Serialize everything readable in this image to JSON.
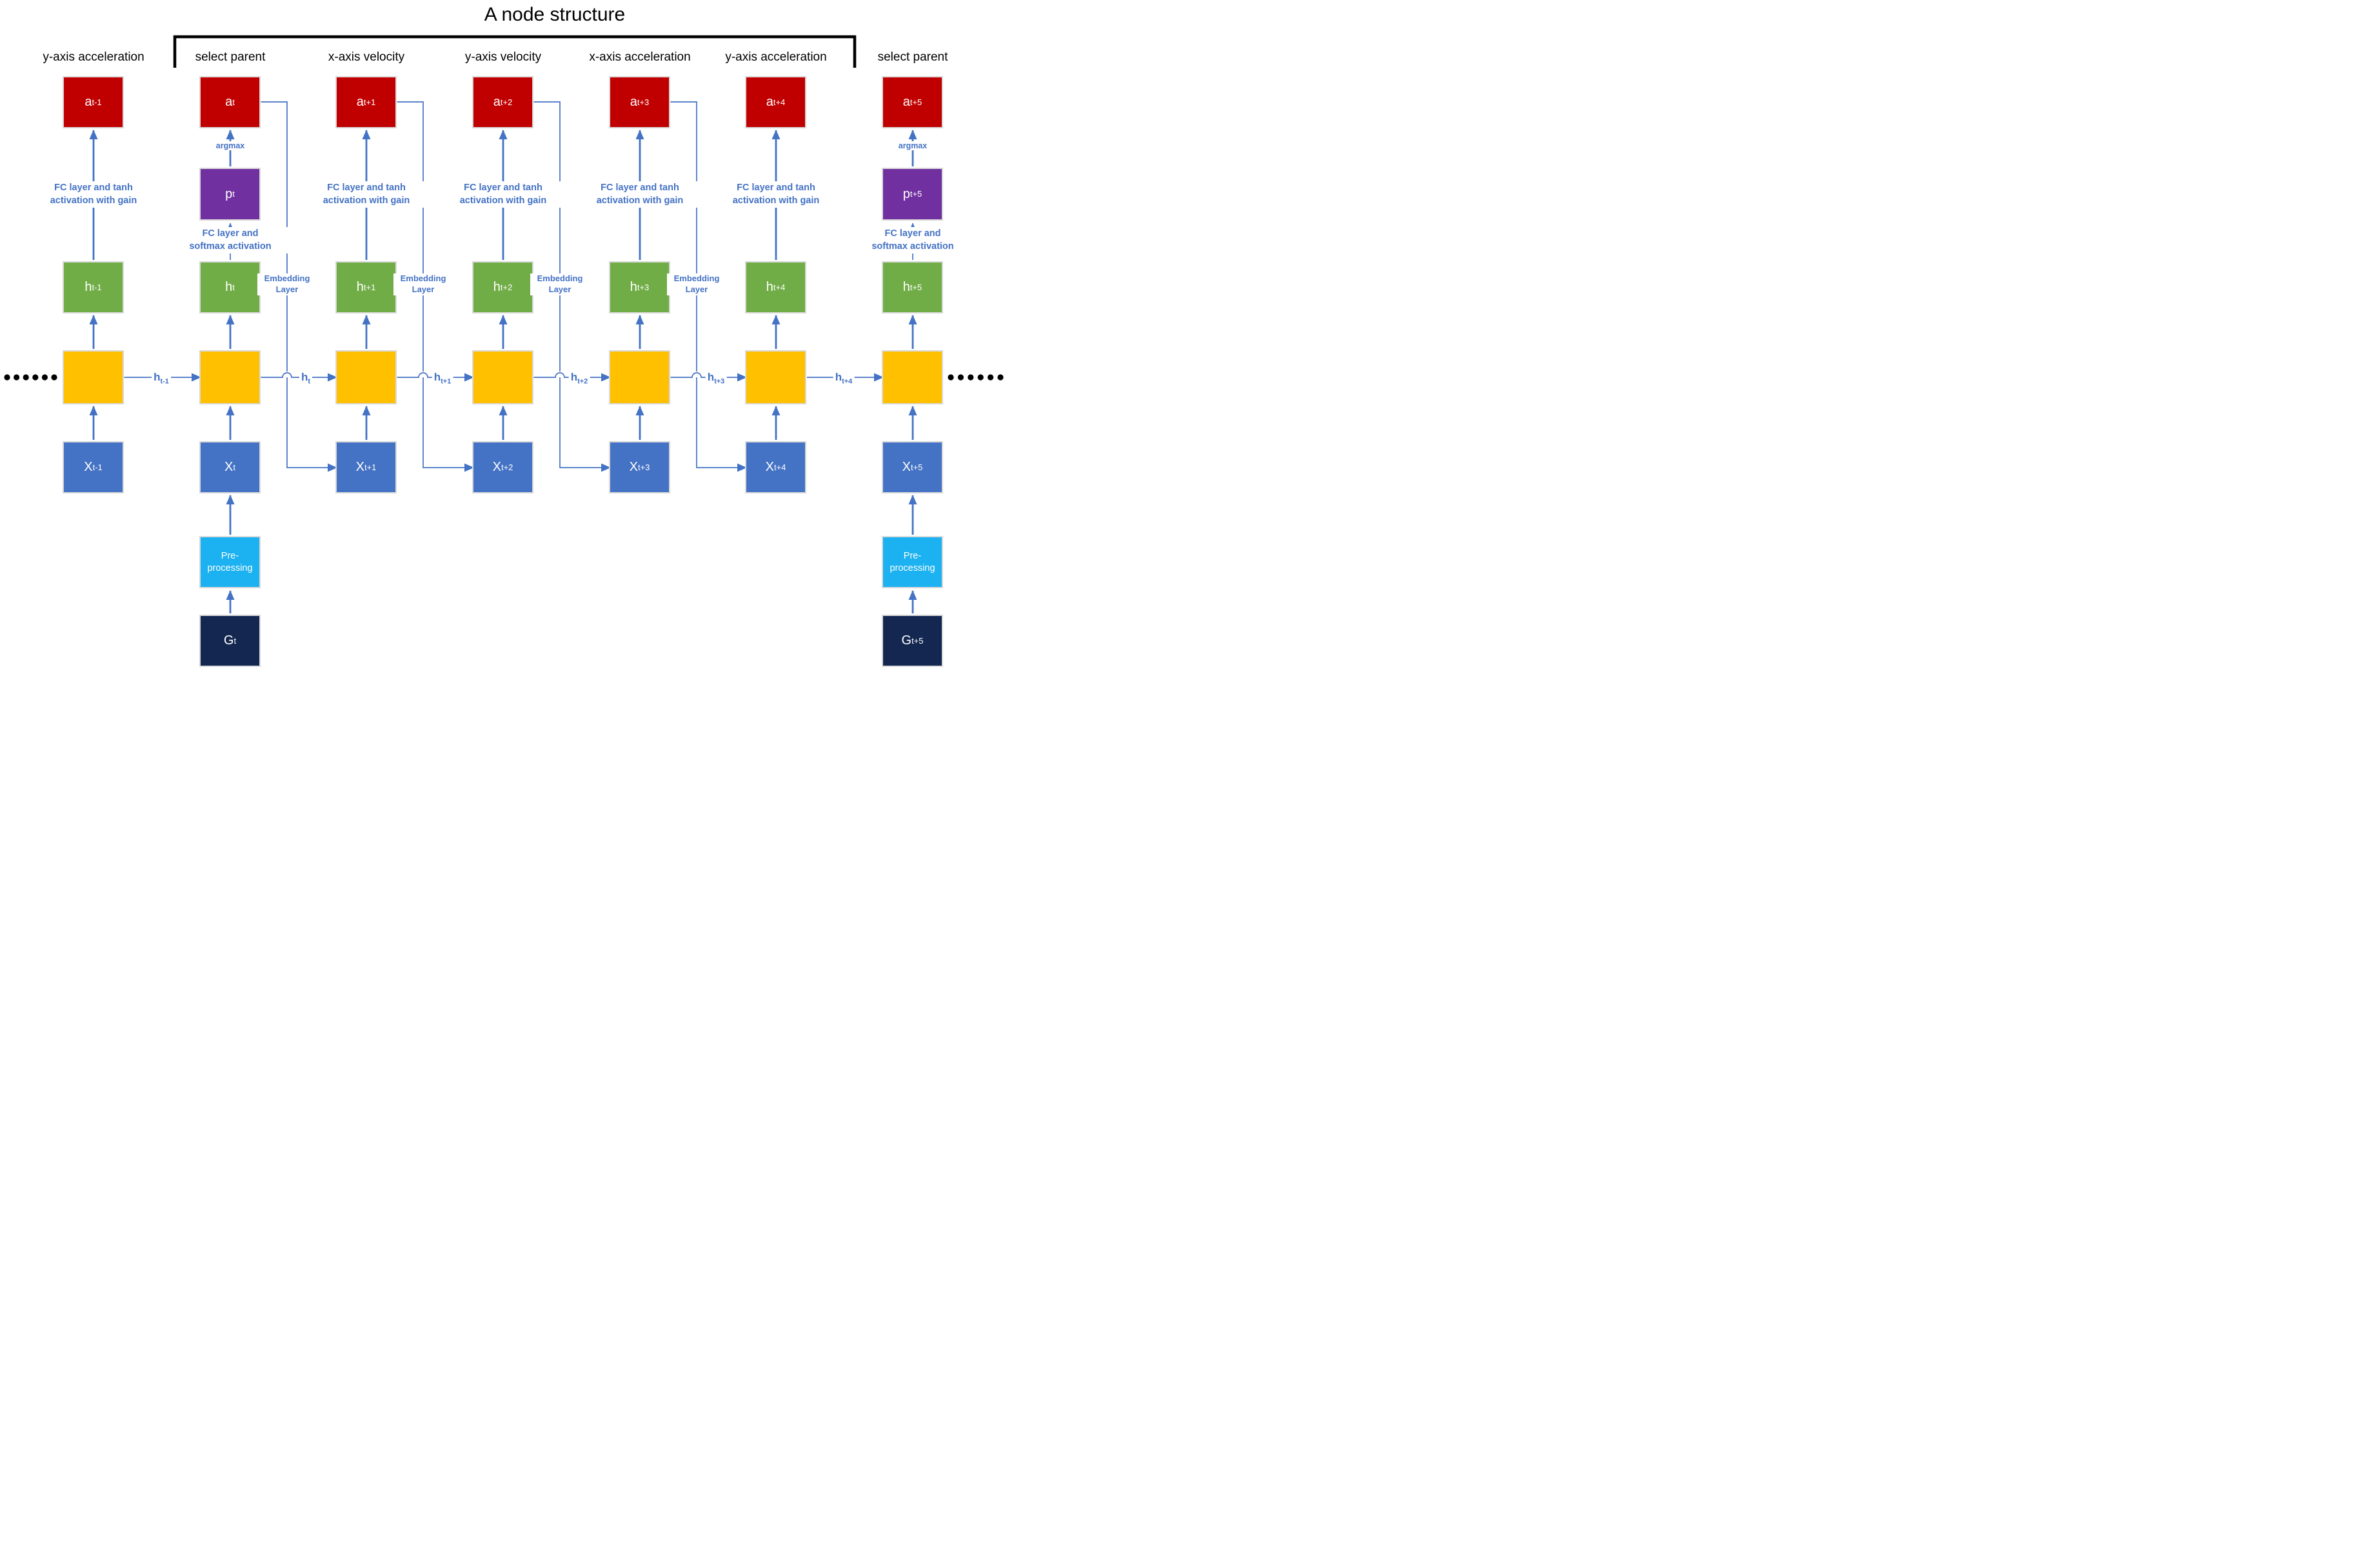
{
  "title": "A node structure",
  "colors": {
    "action_red": "#C00000",
    "prob_purple": "#7030A0",
    "hidden_green": "#70AD47",
    "cell_yellow": "#FFC000",
    "input_blue": "#4472C4",
    "preprocess_cyan": "#1CB1F0",
    "goal_navy": "#132750",
    "connector_blue": "#4472C4",
    "label_black": "#000000"
  },
  "annotations": {
    "fc_tanh_line1": "FC layer and tanh",
    "fc_tanh_line2": "activation with gain",
    "fc_softmax_line1": "FC layer and",
    "fc_softmax_line2": "softmax activation",
    "argmax": "argmax",
    "embedding_line1": "Embedding",
    "embedding_line2": "Layer",
    "pre_line1": "Pre-",
    "pre_line2": "processing"
  },
  "h_connectors": [
    {
      "main": "h",
      "sub": "t-1"
    },
    {
      "main": "h",
      "sub": "t"
    },
    {
      "main": "h",
      "sub": "t+1"
    },
    {
      "main": "h",
      "sub": "t+2"
    },
    {
      "main": "h",
      "sub": "t+3"
    },
    {
      "main": "h",
      "sub": "t+4"
    }
  ],
  "columns": [
    {
      "header": "y-axis acceleration",
      "a": {
        "main": "a",
        "sub": "t-1"
      },
      "h": {
        "main": "h",
        "sub": "t-1"
      },
      "x": {
        "main": "X",
        "sub": "t-1"
      }
    },
    {
      "header": "select parent",
      "a": {
        "main": "a",
        "sub": "t"
      },
      "p": {
        "main": "p",
        "sub": "t"
      },
      "h": {
        "main": "h",
        "sub": "t"
      },
      "x": {
        "main": "X",
        "sub": "t"
      },
      "g": {
        "main": "G",
        "sub": "t"
      }
    },
    {
      "header": "x-axis velocity",
      "a": {
        "main": "a",
        "sub": "t+1"
      },
      "h": {
        "main": "h",
        "sub": "t+1"
      },
      "x": {
        "main": "X",
        "sub": "t+1"
      }
    },
    {
      "header": "y-axis velocity",
      "a": {
        "main": "a",
        "sub": "t+2"
      },
      "h": {
        "main": "h",
        "sub": "t+2"
      },
      "x": {
        "main": "X",
        "sub": "t+2"
      }
    },
    {
      "header": "x-axis acceleration",
      "a": {
        "main": "a",
        "sub": "t+3"
      },
      "h": {
        "main": "h",
        "sub": "t+3"
      },
      "x": {
        "main": "X",
        "sub": "t+3"
      }
    },
    {
      "header": "y-axis acceleration",
      "a": {
        "main": "a",
        "sub": "t+4"
      },
      "h": {
        "main": "h",
        "sub": "t+4"
      },
      "x": {
        "main": "X",
        "sub": "t+4"
      }
    },
    {
      "header": "select parent",
      "a": {
        "main": "a",
        "sub": "t+5"
      },
      "p": {
        "main": "p",
        "sub": "t+5"
      },
      "h": {
        "main": "h",
        "sub": "t+5"
      },
      "x": {
        "main": "X",
        "sub": "t+5"
      },
      "g": {
        "main": "G",
        "sub": "t+5"
      }
    }
  ]
}
